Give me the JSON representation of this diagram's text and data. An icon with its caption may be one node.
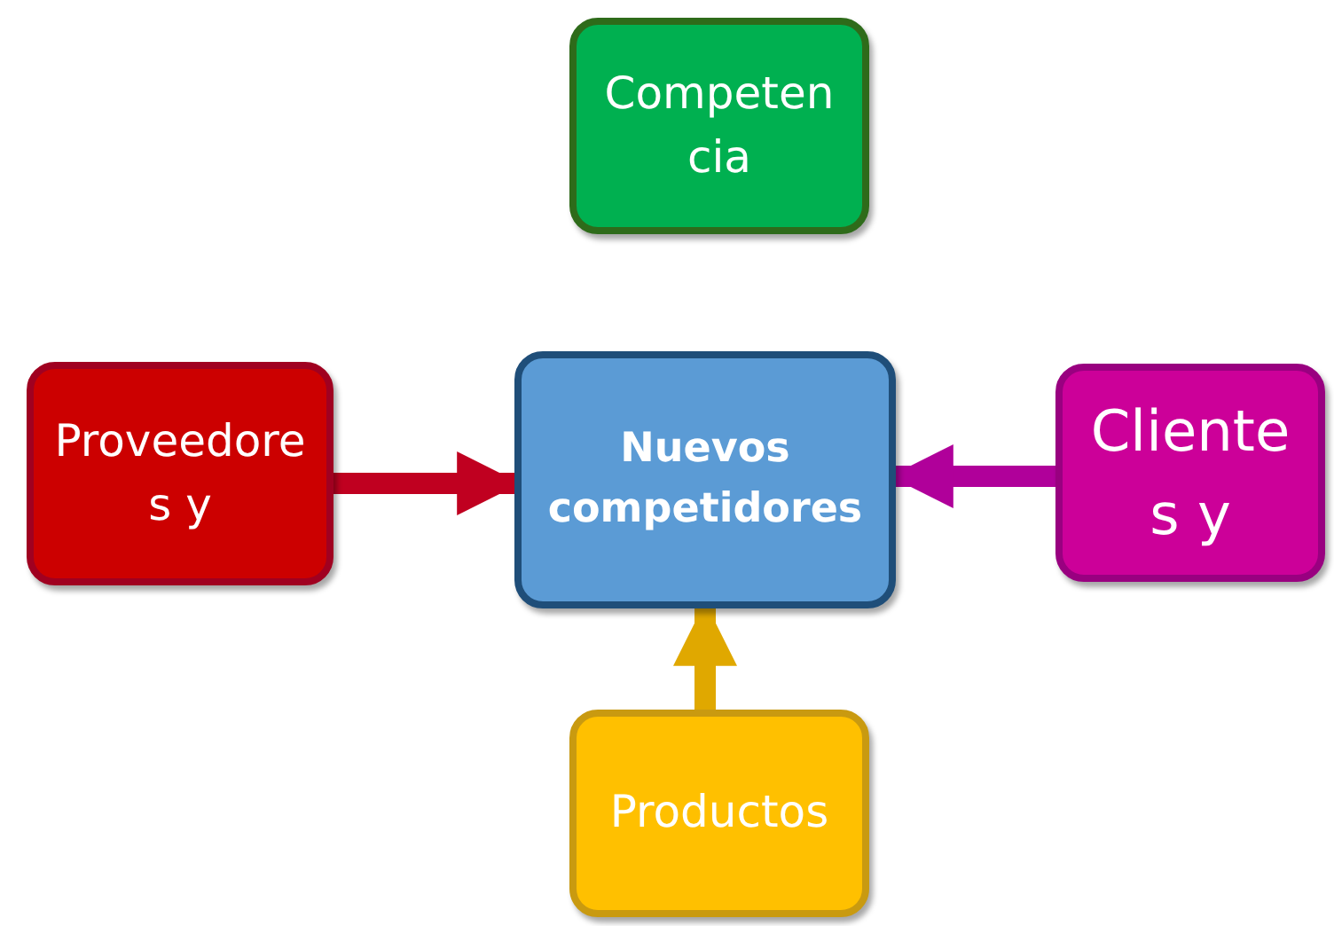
{
  "diagram": {
    "nodes": [
      {
        "text": [
          "Competencia"
        ]
      },
      {
        "text": [
          "Proveedores y"
        ]
      },
      {
        "text": [
          "Nuevos competidores"
        ]
      },
      {
        "text": [
          "Clientes y"
        ]
      },
      {
        "text": [
          "Productos"
        ]
      }
    ],
    "edges": [
      {
        "from": 1,
        "to": 2,
        "arrow": "to",
        "color": "#c00020"
      },
      {
        "from": 3,
        "to": 2,
        "arrow": "to",
        "color": "#b0009a"
      },
      {
        "from": 4,
        "to": 2,
        "arrow": "to",
        "color": "#e0a800"
      }
    ]
  }
}
